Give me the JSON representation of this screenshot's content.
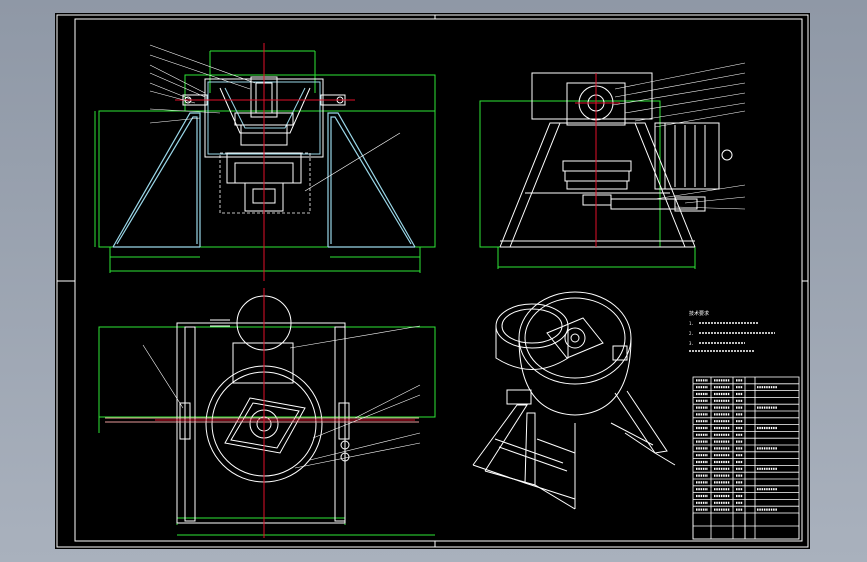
{
  "viewport": {
    "background": "#a3acb8",
    "sheet_background": "#000000"
  },
  "colors": {
    "border": "#ffffff",
    "part": "#ffffff",
    "centerline": "#e0102a",
    "dimension": "#2ee636",
    "hidden_section": "#9ad7e8",
    "leader": "#ffffff"
  },
  "views": [
    {
      "name": "front-section-view"
    },
    {
      "name": "side-view"
    },
    {
      "name": "top-view"
    },
    {
      "name": "isometric-view"
    }
  ],
  "notes": {
    "heading": "技术要求",
    "lines": [
      "1.",
      "2.",
      "3."
    ]
  },
  "parts_table": {
    "rows": 20,
    "columns": 5
  }
}
